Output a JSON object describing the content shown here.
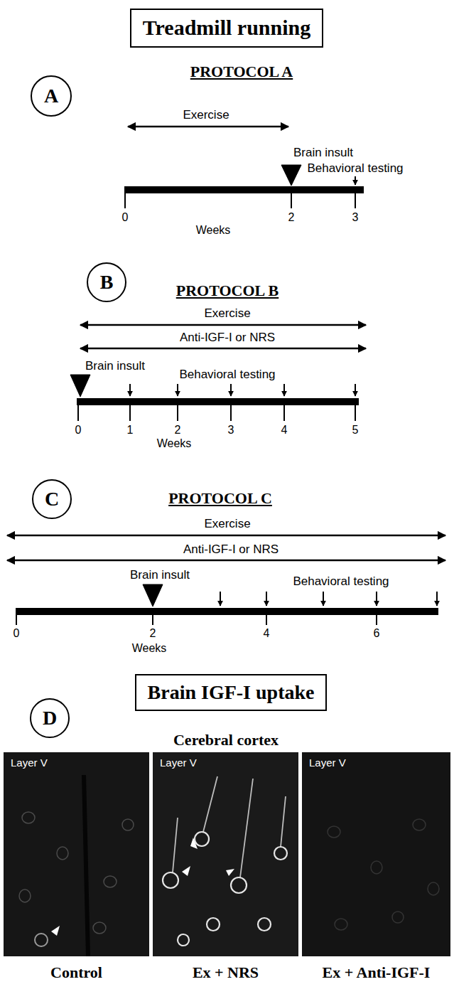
{
  "diagram": {
    "nodes": [
      {
        "text": [
          "Treadmill running"
        ]
      },
      {
        "text": [
          "A"
        ]
      },
      {
        "text": [
          "B"
        ]
      },
      {
        "text": [
          "C"
        ]
      },
      {
        "text": [
          "Brain IGF-I uptake"
        ]
      },
      {
        "text": [
          "D"
        ]
      },
      {
        "text": [
          "Layer V",
          "Control"
        ]
      },
      {
        "text": [
          "Layer V",
          "Ex + NRS"
        ]
      },
      {
        "text": [
          "Layer V",
          "Ex + Anti-IGF-I"
        ]
      }
    ],
    "labels": [
      "PROTOCOL A",
      "Exercise",
      "Brain insult",
      "Behavioral testing",
      "0",
      "2",
      "3",
      "Weeks",
      "PROTOCOL B",
      "Exercise",
      "Anti-IGF-I or NRS",
      "Brain insult",
      "Behavioral testing",
      "0",
      "1",
      "2",
      "3",
      "4",
      "5",
      "Weeks",
      "PROTOCOL C",
      "Exercise",
      "Anti-IGF-I or NRS",
      "Brain insult",
      "Behavioral testing",
      "0",
      "2",
      "4",
      "6",
      "Weeks",
      "Cerebral cortex"
    ]
  }
}
